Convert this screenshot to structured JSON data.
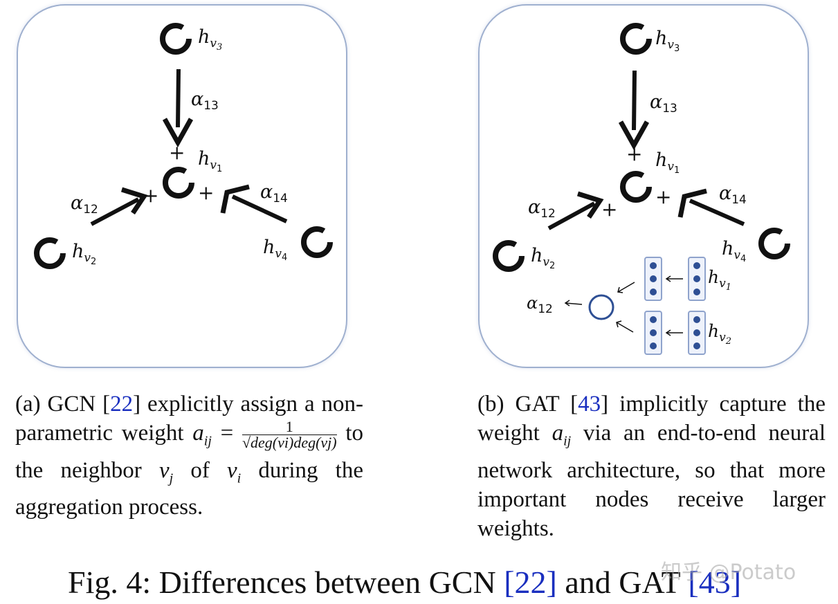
{
  "panel_a": {
    "nodes": {
      "v1": {
        "base": "h",
        "sub": "v",
        "subsub": "1"
      },
      "v2": {
        "base": "h",
        "sub": "v",
        "subsub": "2"
      },
      "v3": {
        "base": "h",
        "sub": "v",
        "subsub": "3"
      },
      "v4": {
        "base": "h",
        "sub": "v",
        "subsub": "4"
      }
    },
    "weights": {
      "a13": {
        "base": "α",
        "sub": "13"
      },
      "a12": {
        "base": "α",
        "sub": "12"
      },
      "a14": {
        "base": "α",
        "sub": "14"
      }
    },
    "plus": "+"
  },
  "panel_b": {
    "nodes": {
      "v1": {
        "base": "h",
        "sub": "v",
        "subsub": "1"
      },
      "v2": {
        "base": "h",
        "sub": "v",
        "subsub": "2"
      },
      "v3": {
        "base": "h",
        "sub": "v",
        "subsub": "3"
      },
      "v4": {
        "base": "h",
        "sub": "v",
        "subsub": "4"
      }
    },
    "weights": {
      "a13": {
        "base": "α",
        "sub": "13"
      },
      "a12": {
        "base": "α",
        "sub": "12"
      },
      "a14": {
        "base": "α",
        "sub": "14"
      }
    },
    "plus": "+",
    "inset": {
      "output": {
        "base": "α",
        "sub": "12"
      },
      "in1": {
        "base": "h",
        "sub": "v",
        "subsub": "1"
      },
      "in2": {
        "base": "h",
        "sub": "v",
        "subsub": "2"
      }
    }
  },
  "caption_a": {
    "prefix": "(a) GCN ",
    "cite_open": "[",
    "cite": "22",
    "cite_close": "]",
    "text1": " explicitly assign a non-parametric weight ",
    "weight_sym": "a",
    "weight_sub": "ij",
    "equals": " = ",
    "frac_num": "1",
    "frac_den": "√deg(vi)deg(vj)",
    "text2": " to the neighbor ",
    "vj": "v",
    "vj_sub": "j",
    "of": " of ",
    "vi": "v",
    "vi_sub": "i",
    "text3": " during the aggregation process."
  },
  "caption_b": {
    "prefix": "(b) GAT ",
    "cite_open": "[",
    "cite": "43",
    "cite_close": "]",
    "text1": " implicitly capture the weight ",
    "weight_sym": "a",
    "weight_sub": "ij",
    "text2": " via an end-to-end neural network architecture, so that more important nodes receive larger weights."
  },
  "figure_caption": {
    "text1": "Fig. 4: Differences between GCN ",
    "cite1": "[22]",
    "text2": " and GAT ",
    "cite2": "[43]"
  },
  "watermark": "知乎 @Potato",
  "colors": {
    "panel_border": "#9fb0cf",
    "cite": "#1a2fbf",
    "neuron": "#2e4f94",
    "layer_box": "#8fa3cc"
  }
}
